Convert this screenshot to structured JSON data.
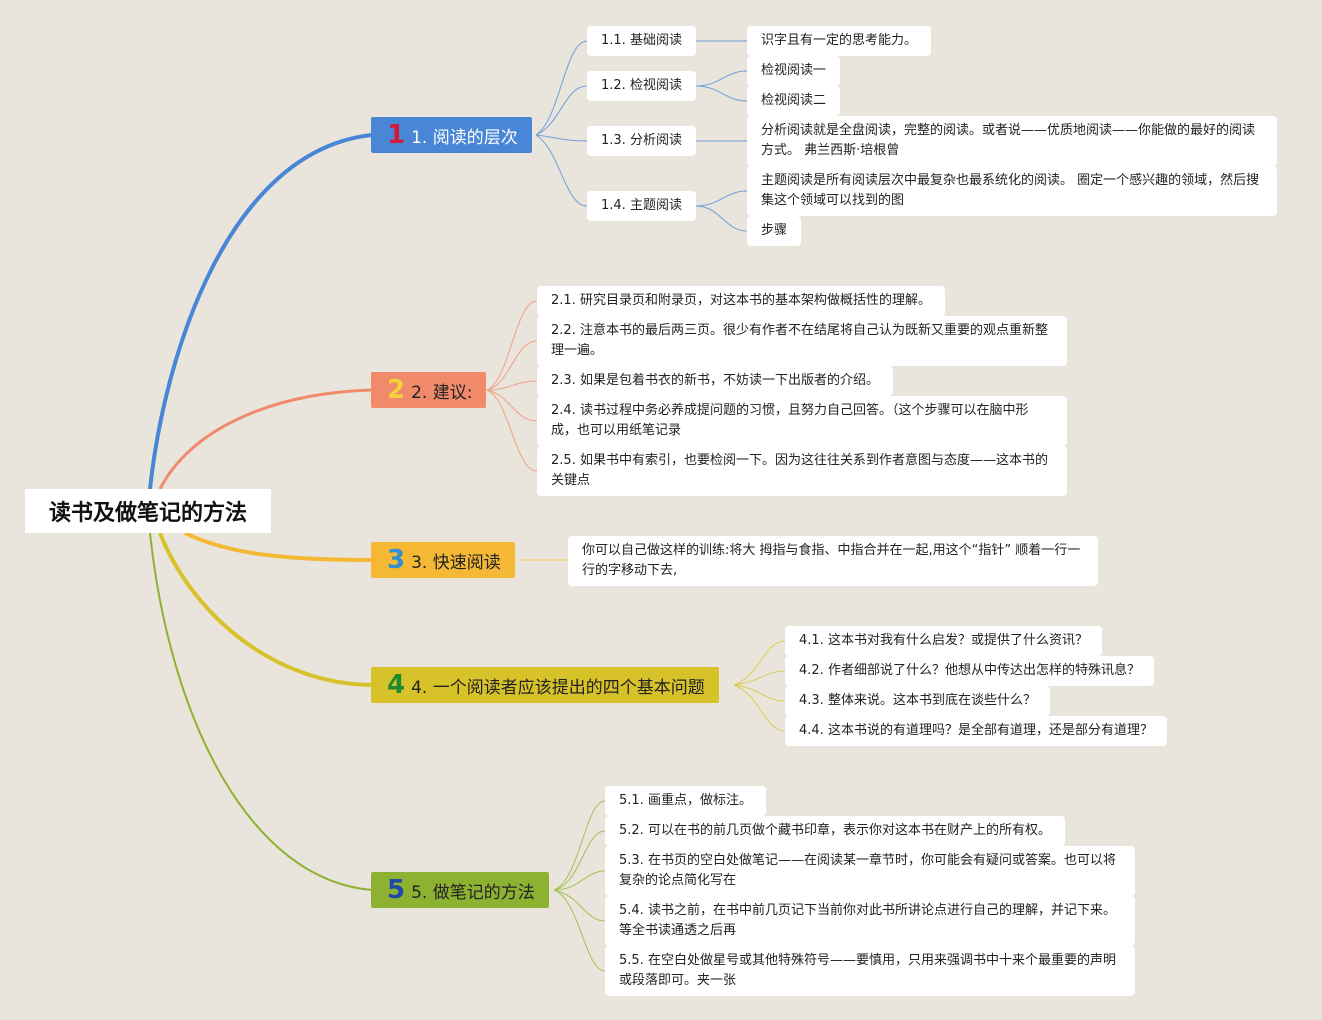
{
  "root": {
    "label": "读书及做笔记的方法"
  },
  "branches": [
    {
      "num": "1",
      "label": "1. 阅读的层次",
      "color": "#4a86d6",
      "num_color": "#d11a3a",
      "text_color": "#ffffff",
      "children": [
        {
          "label": "1.1. 基础阅读",
          "leaves": [
            "识字且有一定的思考能力。"
          ]
        },
        {
          "label": "1.2. 检视阅读",
          "leaves": [
            "检视阅读一",
            "检视阅读二"
          ]
        },
        {
          "label": "1.3. 分析阅读",
          "leaves": [
            "分析阅读就是全盘阅读，完整的阅读。或者说——优质地阅读——你能做的最好的阅读方式。 弗兰西斯·培根曾"
          ]
        },
        {
          "label": "1.4. 主题阅读",
          "leaves": [
            "主题阅读是所有阅读层次中最复杂也最系统化的阅读。 圈定一个感兴趣的领域，然后搜集这个领域可以找到的图",
            "步骤"
          ]
        }
      ]
    },
    {
      "num": "2",
      "label": "2. 建议:",
      "color": "#f08a6a",
      "num_color": "#f6d23a",
      "text_color": "#222222",
      "children": [
        {
          "label": "2.1. 研究目录页和附录页，对这本书的基本架构做概括性的理解。"
        },
        {
          "label": "2.2. 注意本书的最后两三页。很少有作者不在结尾将自己认为既新又重要的观点重新整理一遍。"
        },
        {
          "label": "2.3. 如果是包着书衣的新书，不妨读一下出版者的介绍。"
        },
        {
          "label": "2.4. 读书过程中务必养成提问题的习惯，且努力自己回答。（这个步骤可以在脑中形成，也可以用纸笔记录"
        },
        {
          "label": "2.5. 如果书中有索引，也要检阅一下。因为这往往关系到作者意图与态度——这本书的关键点"
        }
      ]
    },
    {
      "num": "3",
      "label": "3. 快速阅读",
      "color": "#f4b834",
      "num_color": "#2f8fd6",
      "text_color": "#222222",
      "children": [
        {
          "label": "你可以自己做这样的训练:将大 拇指与食指、中指合并在一起,用这个“指针” 顺着一行一行的字移动下去,"
        }
      ]
    },
    {
      "num": "4",
      "label": "4. 一个阅读者应该提出的四个基本问题",
      "color": "#d8c22a",
      "num_color": "#1f8a2e",
      "text_color": "#222222",
      "children": [
        {
          "label": "4.1. 这本书对我有什么启发？或提供了什么资讯？"
        },
        {
          "label": "4.2. 作者细部说了什么？他想从中传达出怎样的特殊讯息？"
        },
        {
          "label": "4.3. 整体来说。这本书到底在谈些什么？"
        },
        {
          "label": "4.4. 这本书说的有道理吗？是全部有道理，还是部分有道理？"
        }
      ]
    },
    {
      "num": "5",
      "label": "5. 做笔记的方法",
      "color": "#8db232",
      "num_color": "#1f4aa8",
      "text_color": "#222222",
      "children": [
        {
          "label": "5.1. 画重点，做标注。"
        },
        {
          "label": "5.2. 可以在书的前几页做个藏书印章，表示你对这本书在财产上的所有权。"
        },
        {
          "label": "5.3. 在书页的空白处做笔记——在阅读某一章节时，你可能会有疑问或答案。也可以将复杂的论点简化写在"
        },
        {
          "label": "5.4. 读书之前，在书中前几页记下当前你对此书所讲论点进行自己的理解，并记下来。等全书读通透之后再"
        },
        {
          "label": "5.5. 在空白处做星号或其他特殊符号——要慎用，只用来强调书中十来个最重要的声明或段落即可。夹一张"
        }
      ]
    }
  ]
}
